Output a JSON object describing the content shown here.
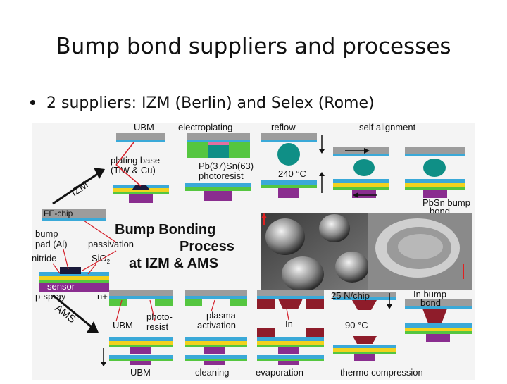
{
  "slide": {
    "title": "Bump bond suppliers and processes",
    "bullet": "2 suppliers: IZM (Berlin) and Selex (Rome)"
  },
  "figure": {
    "center_title": [
      "Bump Bonding",
      "Process",
      "at IZM & AMS"
    ],
    "izm_arrow_label": "IZM",
    "ams_arrow_label": "AMS",
    "izm_top_labels": [
      "UBM",
      "electroplating",
      "reflow",
      "self alignment"
    ],
    "plating_base": [
      "plating base",
      "(TiW & Cu)"
    ],
    "pbsn_label": [
      "Pb(37)Sn(63)",
      "photoresist"
    ],
    "reflow_temp": "240 °C",
    "pbsn_bump": [
      "PbSn bump",
      "bond"
    ],
    "left_labels": {
      "fe_chip": "FE-chip",
      "bump_pad": [
        "bump",
        "pad (Al)"
      ],
      "passivation": "passivation",
      "nitride": "nitride",
      "sio2": "SiO",
      "sio2_sub": "2",
      "sensor": "sensor",
      "p_spray": "p-spray",
      "n_plus": "n+"
    },
    "ams_labels": {
      "ubm": "UBM",
      "photoresist": [
        "photo-",
        "resist"
      ],
      "plasma": [
        "plasma",
        "activation"
      ],
      "in": "In",
      "force": "25 N/chip",
      "temp": "90 °C",
      "in_bump": [
        "In bump",
        "bond"
      ]
    },
    "bottom_labels": [
      "UBM",
      "cleaning",
      "evaporation",
      "thermo compression"
    ],
    "colors": {
      "chip": "#9c9c9c",
      "blue": "#3aa9d8",
      "green": "#55c640",
      "purple": "#8a2d8f",
      "yellow": "#f2d21e",
      "teal": "#0f8f86",
      "maroon": "#8e1c2a",
      "red": "#d41f2a"
    }
  }
}
